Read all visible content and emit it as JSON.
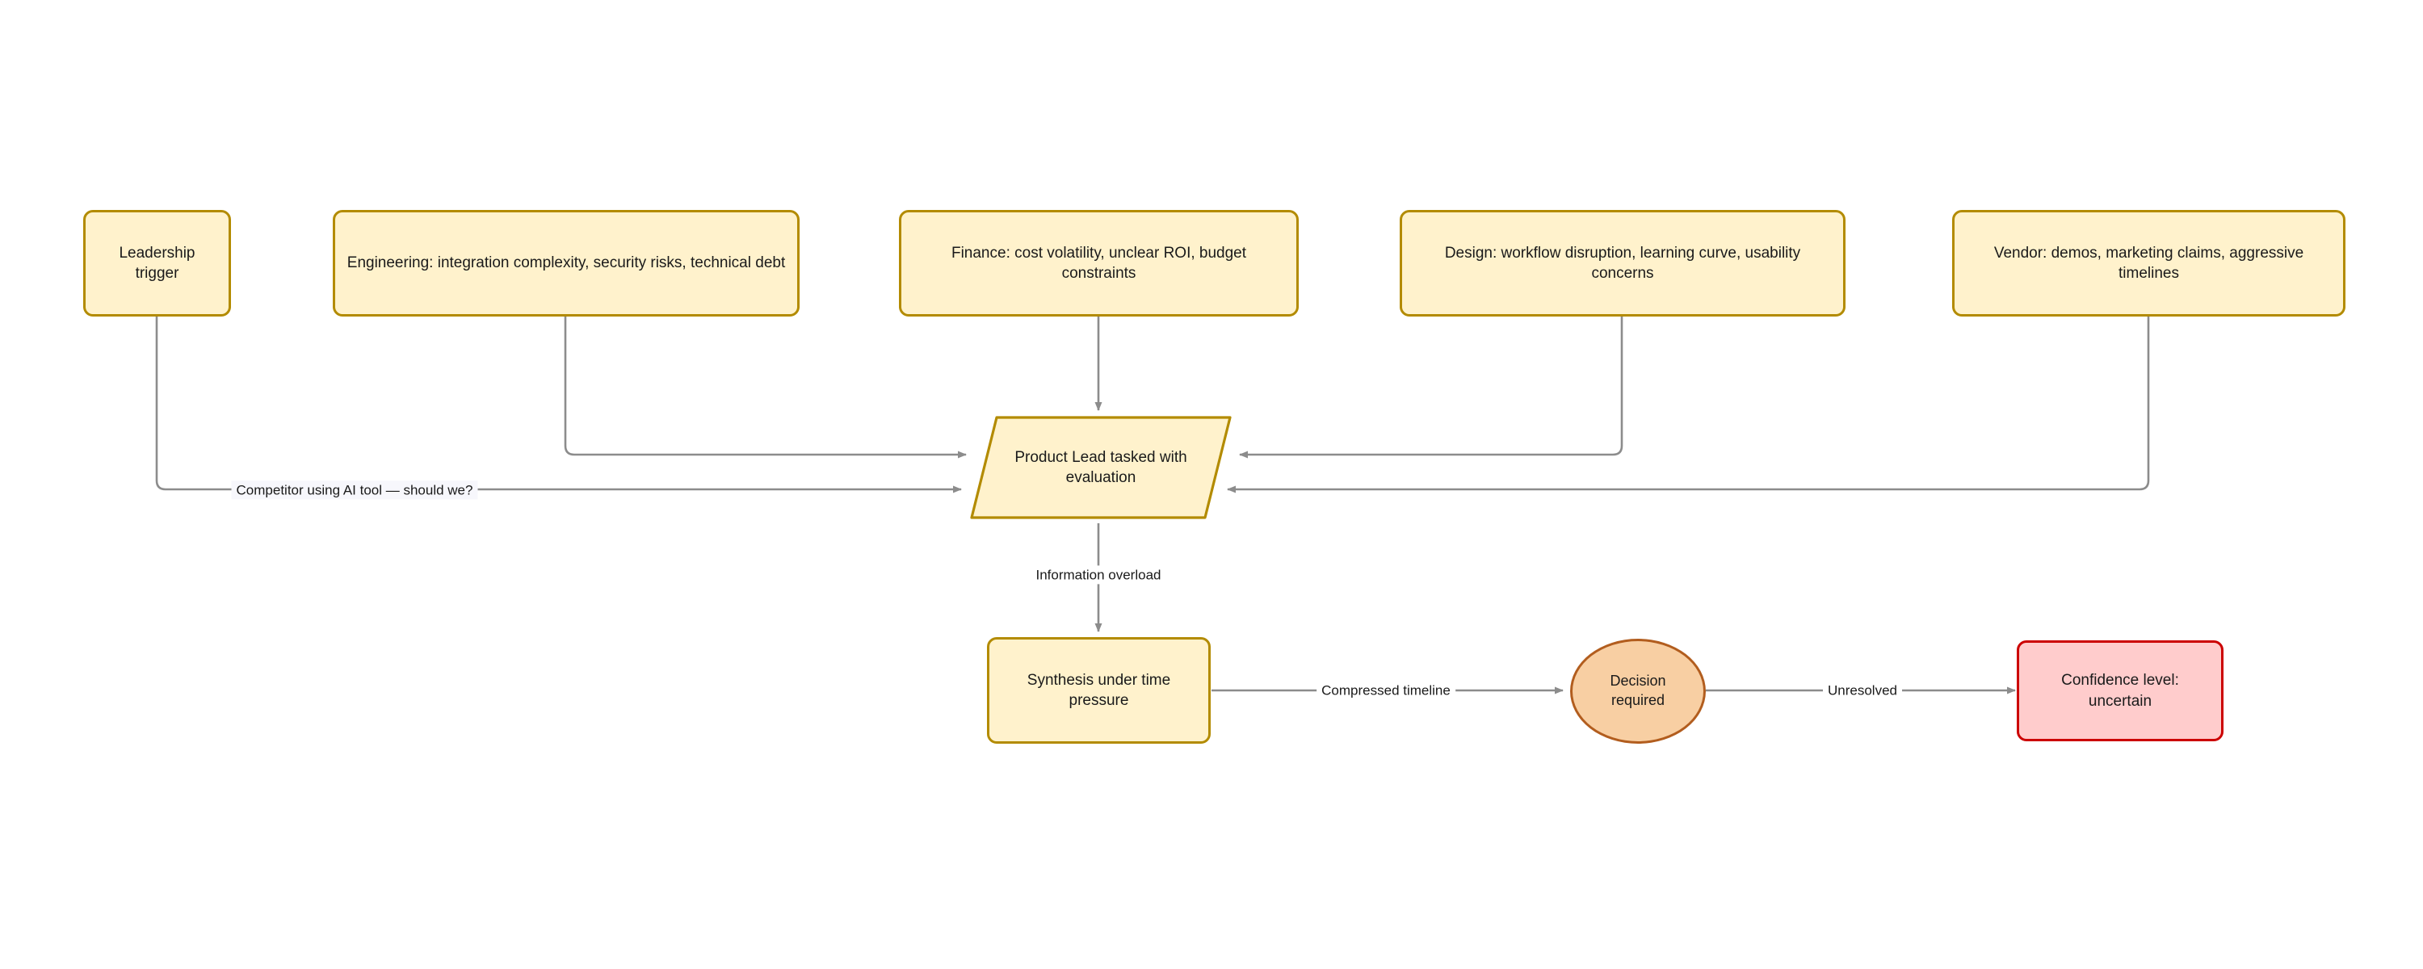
{
  "diagram": {
    "type": "flowchart",
    "title": "AI tool evaluation decision flow",
    "colors": {
      "node_fill": "#FFF2CC",
      "node_stroke": "#B38B00",
      "decision_fill": "#F8CFA3",
      "decision_stroke": "#B25D1E",
      "alert_fill": "#FFCCCC",
      "alert_stroke": "#CC0000",
      "edge_stroke": "#8C8C8C",
      "text": "#1A1A1A",
      "background": "#FFFFFF"
    }
  },
  "nodes": {
    "leadership_trigger": {
      "label": "Leadership trigger",
      "shape": "rounded-rect"
    },
    "engineering": {
      "label": "Engineering: integration complexity, security risks, technical debt",
      "shape": "rounded-rect"
    },
    "finance": {
      "label": "Finance: cost volatility, unclear ROI, budget constraints",
      "shape": "rounded-rect"
    },
    "design": {
      "label": "Design: workflow disruption, learning curve, usability concerns",
      "shape": "rounded-rect"
    },
    "vendor": {
      "label": "Vendor: demos, marketing claims, aggressive timelines",
      "shape": "rounded-rect"
    },
    "product_lead": {
      "label": "Product Lead tasked with evaluation",
      "shape": "parallelogram"
    },
    "synthesis": {
      "label": "Synthesis under time pressure",
      "shape": "rounded-rect"
    },
    "decision": {
      "label": "Decision required",
      "shape": "circle"
    },
    "confidence": {
      "label": "Confidence level: uncertain",
      "shape": "rounded-rect-alert"
    }
  },
  "edges": [
    {
      "id": "e1",
      "from": "leadership_trigger",
      "to": "product_lead",
      "label": "Competitor using AI tool — should we?"
    },
    {
      "id": "e2",
      "from": "engineering",
      "to": "product_lead",
      "label": ""
    },
    {
      "id": "e3",
      "from": "finance",
      "to": "product_lead",
      "label": ""
    },
    {
      "id": "e4",
      "from": "design",
      "to": "product_lead",
      "label": ""
    },
    {
      "id": "e5",
      "from": "vendor",
      "to": "product_lead",
      "label": ""
    },
    {
      "id": "e6",
      "from": "product_lead",
      "to": "synthesis",
      "label": "Information overload"
    },
    {
      "id": "e7",
      "from": "synthesis",
      "to": "decision",
      "label": "Compressed timeline"
    },
    {
      "id": "e8",
      "from": "decision",
      "to": "confidence",
      "label": "Unresolved"
    }
  ],
  "edge_labels": {
    "competitor": "Competitor using AI tool — should we?",
    "information_overload": "Information overload",
    "compressed_timeline": "Compressed timeline",
    "unresolved": "Unresolved"
  }
}
